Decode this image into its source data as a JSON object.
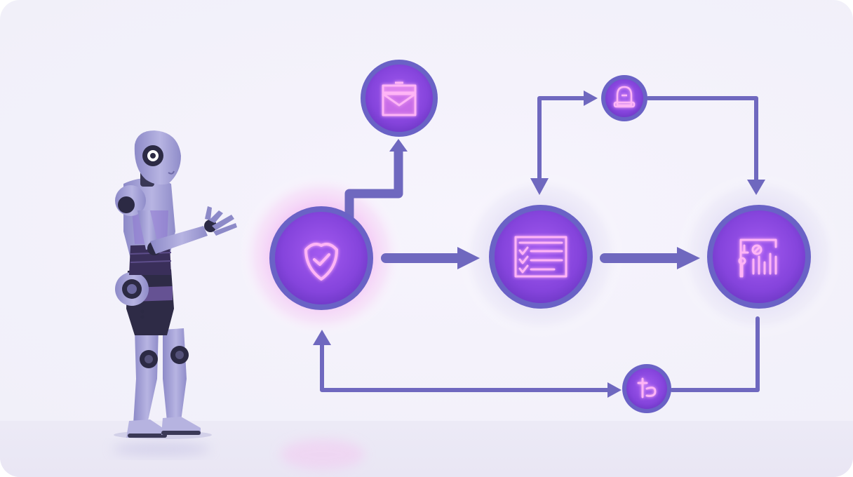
{
  "diagram": {
    "nodes": [
      {
        "id": "shield-node",
        "icon": "shield-check-icon"
      },
      {
        "id": "checklist-node",
        "icon": "checklist-icon"
      },
      {
        "id": "panel-node",
        "icon": "control-panel-icon"
      },
      {
        "id": "box-node",
        "icon": "archive-box-icon"
      },
      {
        "id": "user-node",
        "icon": "user-badge-icon"
      },
      {
        "id": "currency-node",
        "icon": "currency-icon"
      }
    ],
    "edges": [
      {
        "from": "shield-node",
        "to": "box-node"
      },
      {
        "from": "shield-node",
        "to": "checklist-node"
      },
      {
        "from": "checklist-node",
        "to": "panel-node"
      },
      {
        "from": "checklist-node",
        "to": "user-node"
      },
      {
        "from": "user-node",
        "to": "panel-node"
      },
      {
        "from": "panel-node",
        "to": "currency-node"
      },
      {
        "from": "shield-node",
        "to": "currency-node"
      }
    ],
    "figure": "humanoid-robot"
  },
  "colors": {
    "node_ring": "#6a62c6",
    "node_fill": "#9046e2",
    "icon_glow": "#ff8cf4",
    "arrow": "#6f68bf",
    "robot_body": "#a7a4d8",
    "robot_joint": "#2c2a44"
  }
}
